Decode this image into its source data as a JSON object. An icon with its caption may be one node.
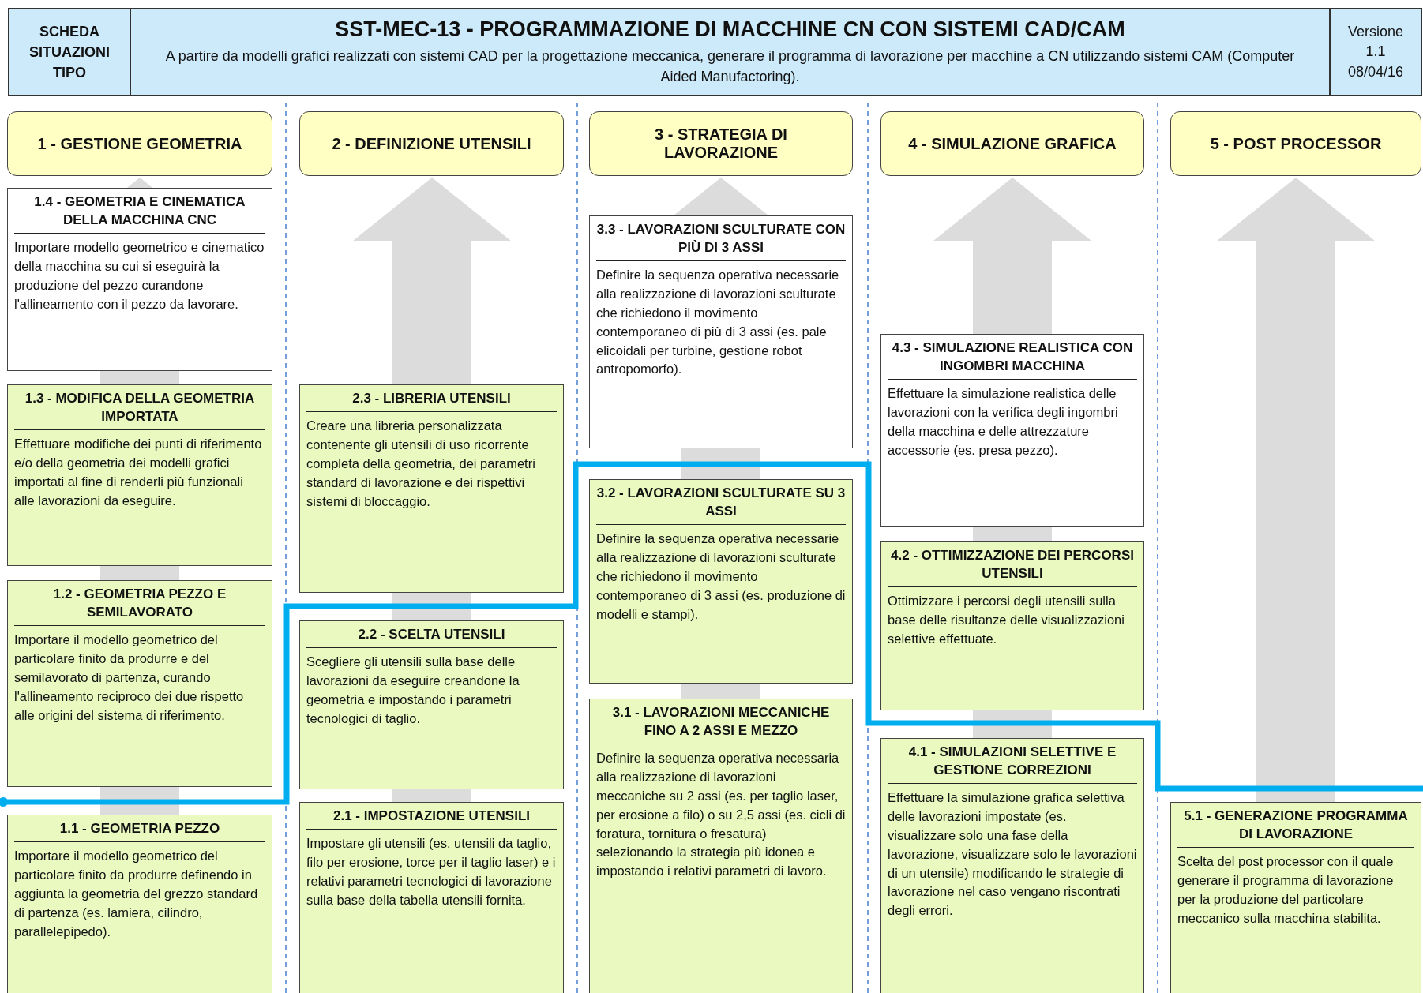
{
  "diagram": {
    "title": "SST-MEC-13 - PROGRAMMAZIONE DI MACCHINE CN CON SISTEMI CAD/CAM",
    "nodes": [
      {
        "text": [
          "1 - GESTIONE GEOMETRIA"
        ]
      },
      {
        "text": [
          "1.4 - GEOMETRIA E CINEMATICA DELLA MACCHINA CNC",
          "Importare modello geometrico e cinematico della macchina su cui si eseguirà la produzione del pezzo curandone l'allineamento con il pezzo da lavorare."
        ]
      },
      {
        "text": [
          "1.3 - MODIFICA DELLA GEOMETRIA IMPORTATA",
          "Effettuare modifiche dei punti di riferimento e/o della geometria dei modelli grafici importati al fine di renderli più funzionali alle lavorazioni da eseguire."
        ]
      },
      {
        "text": [
          "1.2 - GEOMETRIA PEZZO E SEMILAVORATO",
          "Importare il modello geometrico del particolare finito da produrre e del semilavorato di partenza, curando l'allineamento reciproco dei due rispetto alle origini del sistema di riferimento."
        ]
      },
      {
        "text": [
          "1.1 - GEOMETRIA PEZZO",
          "Importare il modello geometrico del particolare finito da produrre definendo in aggiunta la geometria del grezzo standard di partenza (es. lamiera, cilindro, parallelepipedo)."
        ]
      },
      {
        "text": [
          "2 - DEFINIZIONE UTENSILI"
        ]
      },
      {
        "text": [
          "2.3 - LIBRERIA UTENSILI",
          "Creare una libreria personalizzata contenente gli utensili di uso ricorrente completa della geometria, dei parametri standard di lavorazione e dei rispettivi sistemi di bloccaggio."
        ]
      },
      {
        "text": [
          "2.2 - SCELTA UTENSILI",
          "Scegliere gli utensili sulla base delle lavorazioni da eseguire creandone la geometria e impostando i parametri tecnologici di taglio."
        ]
      },
      {
        "text": [
          "2.1 - IMPOSTAZIONE UTENSILI",
          "Impostare gli utensili (es. utensili da taglio, filo per erosione, torce per il taglio laser) e i relativi parametri tecnologici di lavorazione sulla base della tabella utensili fornita."
        ]
      },
      {
        "text": [
          "3 - STRATEGIA DI LAVORAZIONE"
        ]
      },
      {
        "text": [
          "3.3 - LAVORAZIONI SCULTURATE CON PIÙ DI 3 ASSI",
          "Definire la sequenza operativa necessarie alla realizzazione di lavorazioni sculturate che richiedono il movimento contemporaneo di più di 3 assi (es. pale elicoidali per turbine, gestione robot antropomorfo)."
        ]
      },
      {
        "text": [
          "3.2 - LAVORAZIONI SCULTURATE SU 3 ASSI",
          "Definire la sequenza operativa necessarie alla realizzazione di lavorazioni sculturate che richiedono il movimento contemporaneo di 3 assi (es. produzione di modelli e stampi)."
        ]
      },
      {
        "text": [
          "3.1 - LAVORAZIONI MECCANICHE FINO A 2 ASSI E MEZZO",
          "Definire la sequenza operativa necessaria alla realizzazione di lavorazioni meccaniche su 2 assi (es. per taglio laser, per erosione a filo) o su 2,5 assi (es. cicli di foratura, tornitura o fresatura) selezionando la strategia più idonea e impostando i relativi parametri di lavoro."
        ]
      },
      {
        "text": [
          "4 - SIMULAZIONE GRAFICA"
        ]
      },
      {
        "text": [
          "4.3 - SIMULAZIONE REALISTICA CON INGOMBRI MACCHINA",
          "Effettuare la simulazione realistica delle lavorazioni con la verifica degli ingombri della macchina e delle attrezzature accessorie (es. presa pezzo)."
        ]
      },
      {
        "text": [
          "4.2 - OTTIMIZZAZIONE DEI PERCORSI UTENSILI",
          "Ottimizzare i percorsi degli utensili sulla base delle risultanze delle visualizzazioni selettive effettuate."
        ]
      },
      {
        "text": [
          "4.1 - SIMULAZIONI SELETTIVE E GESTIONE CORREZIONI",
          "Effettuare la simulazione grafica selettiva delle lavorazioni impostate (es. visualizzare solo una fase della lavorazione, visualizzare solo le lavorazioni di un utensile) modificando le strategie di lavorazione nel caso vengano riscontrati degli errori."
        ]
      },
      {
        "text": [
          "5 - POST PROCESSOR"
        ]
      },
      {
        "text": [
          "5.1 - GENERAZIONE PROGRAMMA DI LAVORAZIONE",
          "Scelta del post processor con il quale generare il programma di lavorazione per la produzione del particolare meccanico sulla macchina stabilita."
        ]
      }
    ],
    "labels": [
      "SCHEDA SITUAZIONI TIPO",
      "A partire da modelli grafici realizzati con sistemi CAD per la progettazione meccanica, generare il programma di lavorazione per macchine a CN utilizzando sistemi CAM (Computer Aided Manufactoring).",
      "Versione",
      "1.1",
      "08/04/16"
    ]
  }
}
